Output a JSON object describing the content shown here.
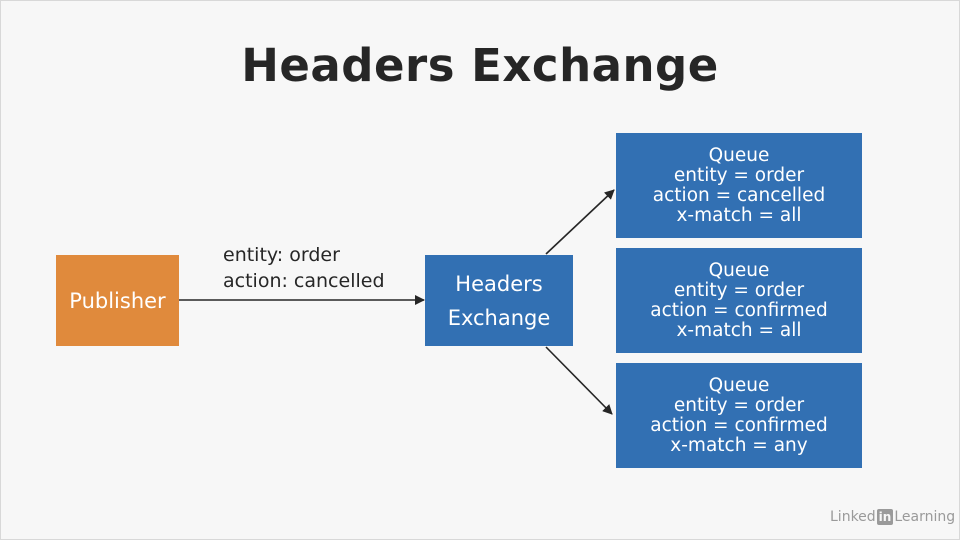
{
  "title": "Headers Exchange",
  "publisher": {
    "label": "Publisher"
  },
  "exchange": {
    "line1": "Headers",
    "line2": "Exchange"
  },
  "message": {
    "line1": "entity: order",
    "line2": "action: cancelled"
  },
  "queues": [
    {
      "title": "Queue",
      "line1": "entity = order",
      "line2": "action = cancelled",
      "line3": "x-match = all"
    },
    {
      "title": "Queue",
      "line1": "entity = order",
      "line2": "action = confirmed",
      "line3": "x-match = all"
    },
    {
      "title": "Queue",
      "line1": "entity = order",
      "line2": "action = confirmed",
      "line3": "x-match = any"
    }
  ],
  "logo": {
    "part1": "Linked",
    "part2": "in",
    "part3": "Learning"
  },
  "colors": {
    "publisher": "#e08a3c",
    "exchange": "#3270b3",
    "queue": "#3270b3",
    "arrow": "#262626"
  }
}
